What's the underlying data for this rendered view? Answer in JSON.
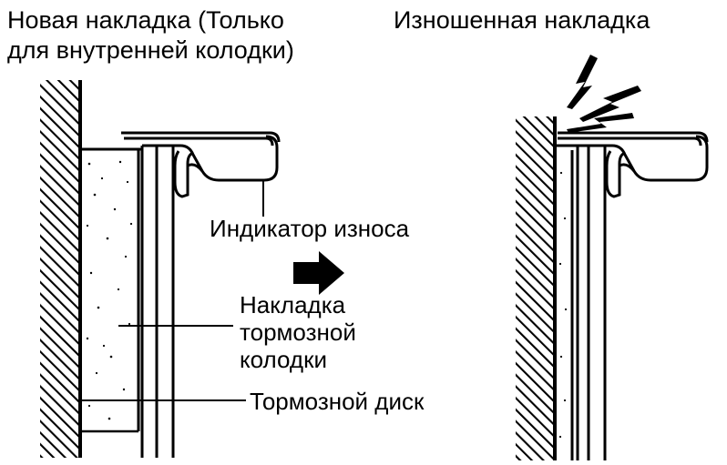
{
  "labels": {
    "new_pad_line1": "Новая накладка (Только",
    "new_pad_line2": "для внутренней колодки)",
    "worn_pad": "Изношенная накладка",
    "wear_indicator": "Индикатор износа",
    "lining_line1": "Накладка",
    "lining_line2": "тормозной",
    "lining_line3": "колодки",
    "brake_disc": "Тормозной диск"
  },
  "icons": {
    "transition": "arrow-right-icon",
    "contact": "lightning-spark-icon"
  },
  "colors": {
    "ink": "#000000",
    "background": "#ffffff"
  }
}
